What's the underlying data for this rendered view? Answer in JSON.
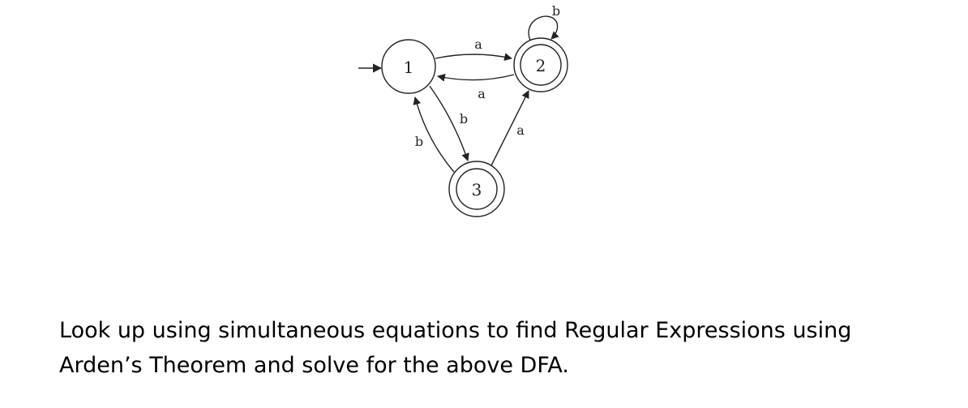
{
  "diagram": {
    "type": "DFA",
    "states": [
      {
        "id": "1",
        "label": "1",
        "start": true,
        "accepting": false
      },
      {
        "id": "2",
        "label": "2",
        "start": false,
        "accepting": true
      },
      {
        "id": "3",
        "label": "3",
        "start": false,
        "accepting": true
      }
    ],
    "transitions": [
      {
        "from": "1",
        "to": "2",
        "label": "a"
      },
      {
        "from": "2",
        "to": "1",
        "label": "a"
      },
      {
        "from": "2",
        "to": "2",
        "label": "b"
      },
      {
        "from": "1",
        "to": "3",
        "label": "b"
      },
      {
        "from": "3",
        "to": "1",
        "label": "b"
      },
      {
        "from": "3",
        "to": "2",
        "label": "a"
      }
    ]
  },
  "caption": {
    "line1": "Look up using simultaneous equations to find Regular Expressions using",
    "line2": "Arden’s Theorem and solve for the above DFA."
  }
}
